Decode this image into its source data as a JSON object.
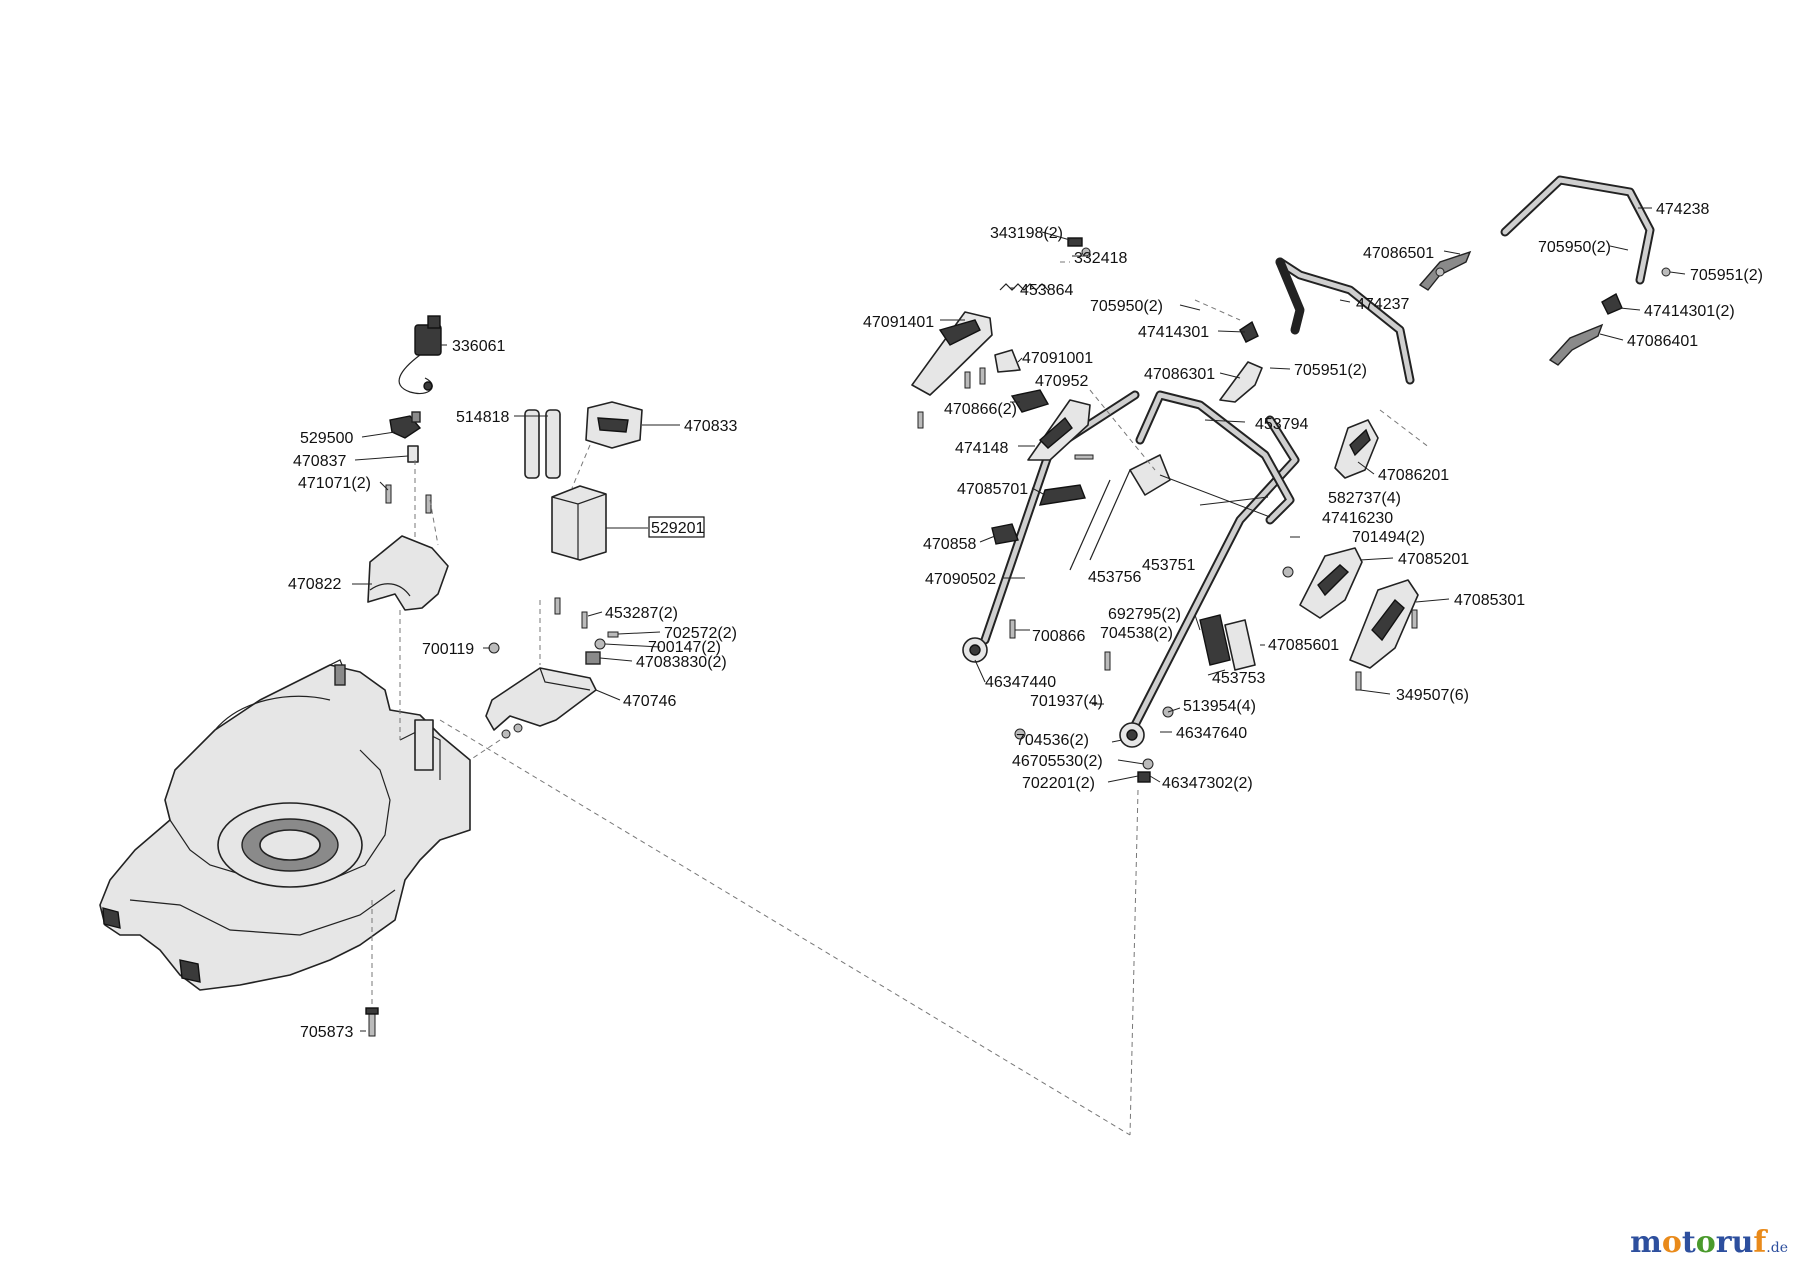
{
  "diagram": {
    "parts": [
      {
        "id": "p343198",
        "label": "343198(2)"
      },
      {
        "id": "p332418",
        "label": "332418"
      },
      {
        "id": "p453864",
        "label": "453864"
      },
      {
        "id": "p47091401",
        "label": "47091401"
      },
      {
        "id": "p47091001",
        "label": "47091001"
      },
      {
        "id": "p470952",
        "label": "470952"
      },
      {
        "id": "p470866",
        "label": "470866(2)"
      },
      {
        "id": "p474148",
        "label": "474148"
      },
      {
        "id": "p47085701",
        "label": "47085701"
      },
      {
        "id": "p470858",
        "label": "470858"
      },
      {
        "id": "p47090502",
        "label": "47090502"
      },
      {
        "id": "p46347440",
        "label": "46347440"
      },
      {
        "id": "p700866",
        "label": "700866"
      },
      {
        "id": "p701937",
        "label": "701937(4)"
      },
      {
        "id": "p704536",
        "label": "704536(2)"
      },
      {
        "id": "p46705530",
        "label": "46705530(2)"
      },
      {
        "id": "p702201",
        "label": "702201(2)"
      },
      {
        "id": "p46347302",
        "label": "46347302(2)"
      },
      {
        "id": "p46347640",
        "label": "46347640"
      },
      {
        "id": "p513954",
        "label": "513954(4)"
      },
      {
        "id": "p453753",
        "label": "453753"
      },
      {
        "id": "p692795",
        "label": "692795(2)"
      },
      {
        "id": "p704538",
        "label": "704538(2)"
      },
      {
        "id": "p453756",
        "label": "453756"
      },
      {
        "id": "p453751",
        "label": "453751"
      },
      {
        "id": "p47085601",
        "label": "47085601"
      },
      {
        "id": "p701494",
        "label": "701494(2)"
      },
      {
        "id": "p47416230",
        "label": "47416230"
      },
      {
        "id": "p582737",
        "label": "582737(4)"
      },
      {
        "id": "p453794",
        "label": "453794"
      },
      {
        "id": "p705950a",
        "label": "705950(2)"
      },
      {
        "id": "p47414301",
        "label": "47414301"
      },
      {
        "id": "p47086301",
        "label": "47086301"
      },
      {
        "id": "p705951a",
        "label": "705951(2)"
      },
      {
        "id": "p474237",
        "label": "474237"
      },
      {
        "id": "p47086501",
        "label": "47086501"
      },
      {
        "id": "p474238",
        "label": "474238"
      },
      {
        "id": "p705950b",
        "label": "705950(2)"
      },
      {
        "id": "p705951b",
        "label": "705951(2)"
      },
      {
        "id": "p47414301b",
        "label": "47414301(2)"
      },
      {
        "id": "p47086401",
        "label": "47086401"
      },
      {
        "id": "p47086201",
        "label": "47086201"
      },
      {
        "id": "p47085201",
        "label": "47085201"
      },
      {
        "id": "p47085301",
        "label": "47085301"
      },
      {
        "id": "p349507",
        "label": "349507(6)"
      },
      {
        "id": "p336061",
        "label": "336061"
      },
      {
        "id": "p514818",
        "label": "514818"
      },
      {
        "id": "p470833",
        "label": "470833"
      },
      {
        "id": "p529500",
        "label": "529500"
      },
      {
        "id": "p470837",
        "label": "470837"
      },
      {
        "id": "p471071",
        "label": "471071(2)"
      },
      {
        "id": "p529201",
        "label": "529201"
      },
      {
        "id": "p470822",
        "label": "470822"
      },
      {
        "id": "p453287",
        "label": "453287(2)"
      },
      {
        "id": "p702572",
        "label": "702572(2)"
      },
      {
        "id": "p700147",
        "label": "700147(2)"
      },
      {
        "id": "p47083830",
        "label": "47083830(2)"
      },
      {
        "id": "p700119",
        "label": "700119"
      },
      {
        "id": "p470746",
        "label": "470746"
      },
      {
        "id": "p705873",
        "label": "705873"
      }
    ]
  },
  "watermark": {
    "text_m1": "m",
    "text_o1": "o",
    "text_t": "t",
    "text_o2": "o",
    "text_r": "r",
    "text_u": "u",
    "text_f": "f",
    "tld": ".de",
    "colors": {
      "blue": "#2d4f9e",
      "orange": "#e98a1a",
      "green": "#4a9a2c"
    }
  }
}
